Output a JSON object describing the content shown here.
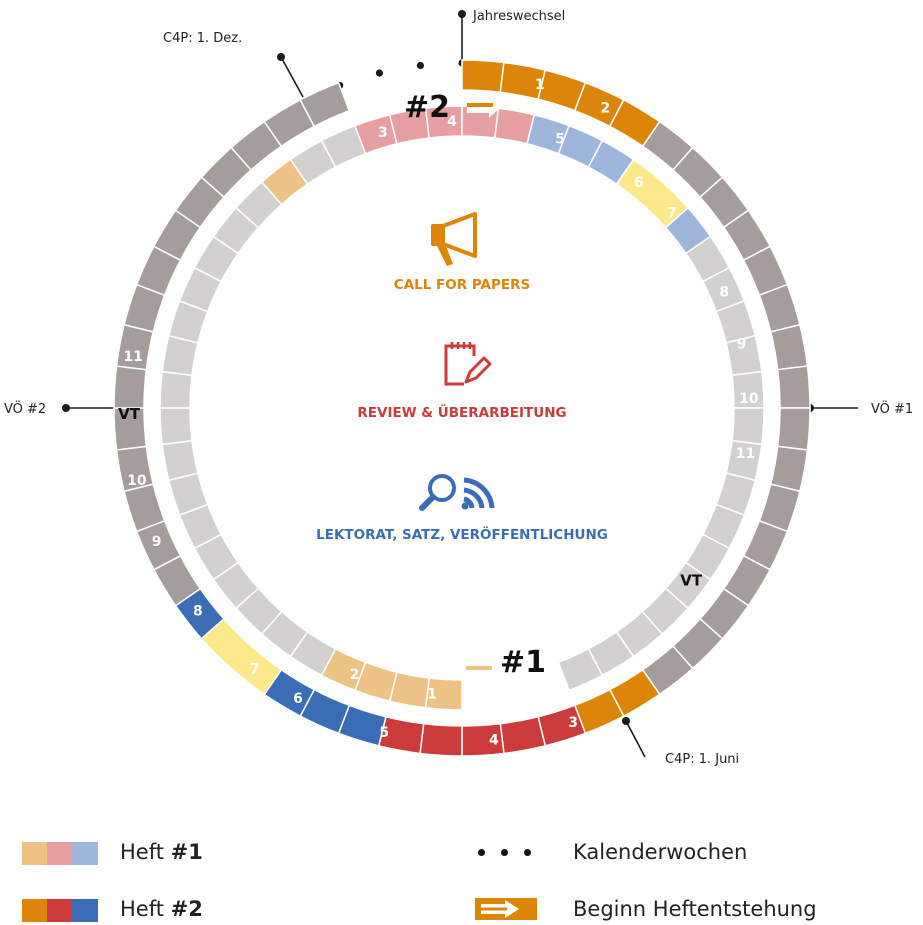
{
  "colors": {
    "orange": "#dd8509",
    "red": "#cc3b3b",
    "blue": "#3a6db5",
    "light_orange": "#ecc285",
    "light_red": "#e7a0a1",
    "light_blue": "#9fb6dc",
    "gray_outer": "#a59c9c",
    "gray_inner": "#d3d0d0",
    "vt_yellow": "#fde98c"
  },
  "callouts": {
    "jahreswechsel": "Jahreswechsel",
    "c4p_dez": "C4P: 1. Dez.",
    "c4p_juni": "C4P: 1. Juni",
    "vo1": "VÖ #1",
    "vo2": "VÖ #2"
  },
  "markers": {
    "issue1": "#1",
    "issue2": "#2",
    "vt": "VT"
  },
  "center": {
    "call_for_papers": "CALL FOR PAPERS",
    "review": "REVIEW & ÜBERARBEITUNG",
    "lektorat": "LEKTORAT, SATZ, VERÖFFENTLICHUNG",
    "icons": [
      "megaphone-icon",
      "notepad-pencil-icon",
      "search-broadcast-icon"
    ]
  },
  "heft2_labels": [
    "1",
    "2",
    "3",
    "4",
    "5",
    "6",
    "7",
    "8",
    "9",
    "10",
    "11"
  ],
  "heft1_labels": [
    "1",
    "2",
    "3",
    "4",
    "5",
    "6",
    "7",
    "8",
    "9",
    "10",
    "11"
  ],
  "legend": {
    "heft1_text": "Heft ",
    "heft1_num": "#1",
    "heft2_text": "Heft ",
    "heft2_num": "#2",
    "weeks": "Kalenderwochen",
    "start": "Beginn Heftentstehung"
  }
}
